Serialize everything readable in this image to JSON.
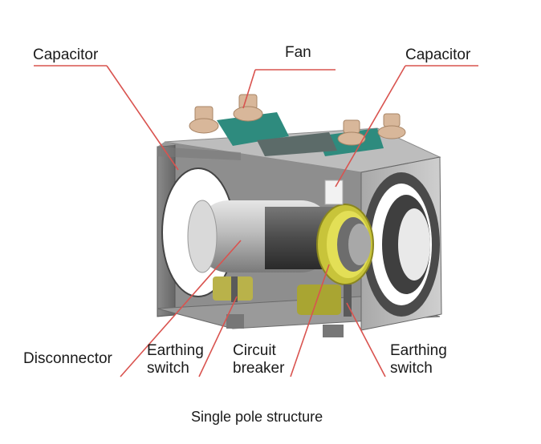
{
  "labels": {
    "capacitor_left": "Capacitor",
    "fan": "Fan",
    "capacitor_right": "Capacitor",
    "disconnector": "Disconnector",
    "earthing_switch_left": [
      "Earthing",
      "switch"
    ],
    "circuit_breaker": [
      "Circuit",
      "breaker"
    ],
    "earthing_switch_right": [
      "Earthing",
      "switch"
    ]
  },
  "caption": "Single pole structure",
  "colors": {
    "leader_line": "#d9534f",
    "frame": "#6f6f6f",
    "frame_dark": "#3a3a3a",
    "insulator": "#d8b79a",
    "teal_part": "#2e8b7e",
    "cylinder": "#b9b9b9",
    "coil": "#c8c43a"
  }
}
